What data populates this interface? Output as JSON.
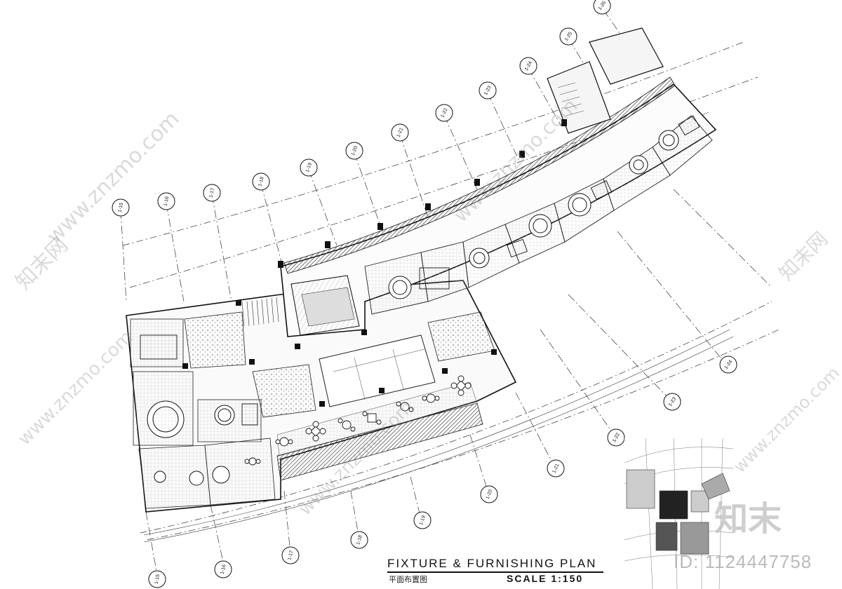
{
  "title": {
    "main": "FIXTURE & FURNISHING PLAN",
    "chinese": "平面布置图",
    "scale": "SCALE 1:150"
  },
  "gridlines": {
    "top": [
      "1-15",
      "1-16",
      "1-17",
      "1-18",
      "1-19",
      "1-20",
      "1-21",
      "1-22",
      "1-23",
      "1-24",
      "1-25",
      "1-26"
    ],
    "bottom": [
      "1-15",
      "1-16",
      "1-17",
      "1-18",
      "1-19",
      "1-20",
      "1-21",
      "1-22",
      "1-23",
      "1-24"
    ]
  },
  "watermark": {
    "site": "www.znzmo.com",
    "brand_cn": "知末网",
    "brand": "知末",
    "id": "ID: 1124447758"
  },
  "colors": {
    "line": "#222222",
    "hatch": "#555555",
    "watermark": "#bdbdbd"
  }
}
